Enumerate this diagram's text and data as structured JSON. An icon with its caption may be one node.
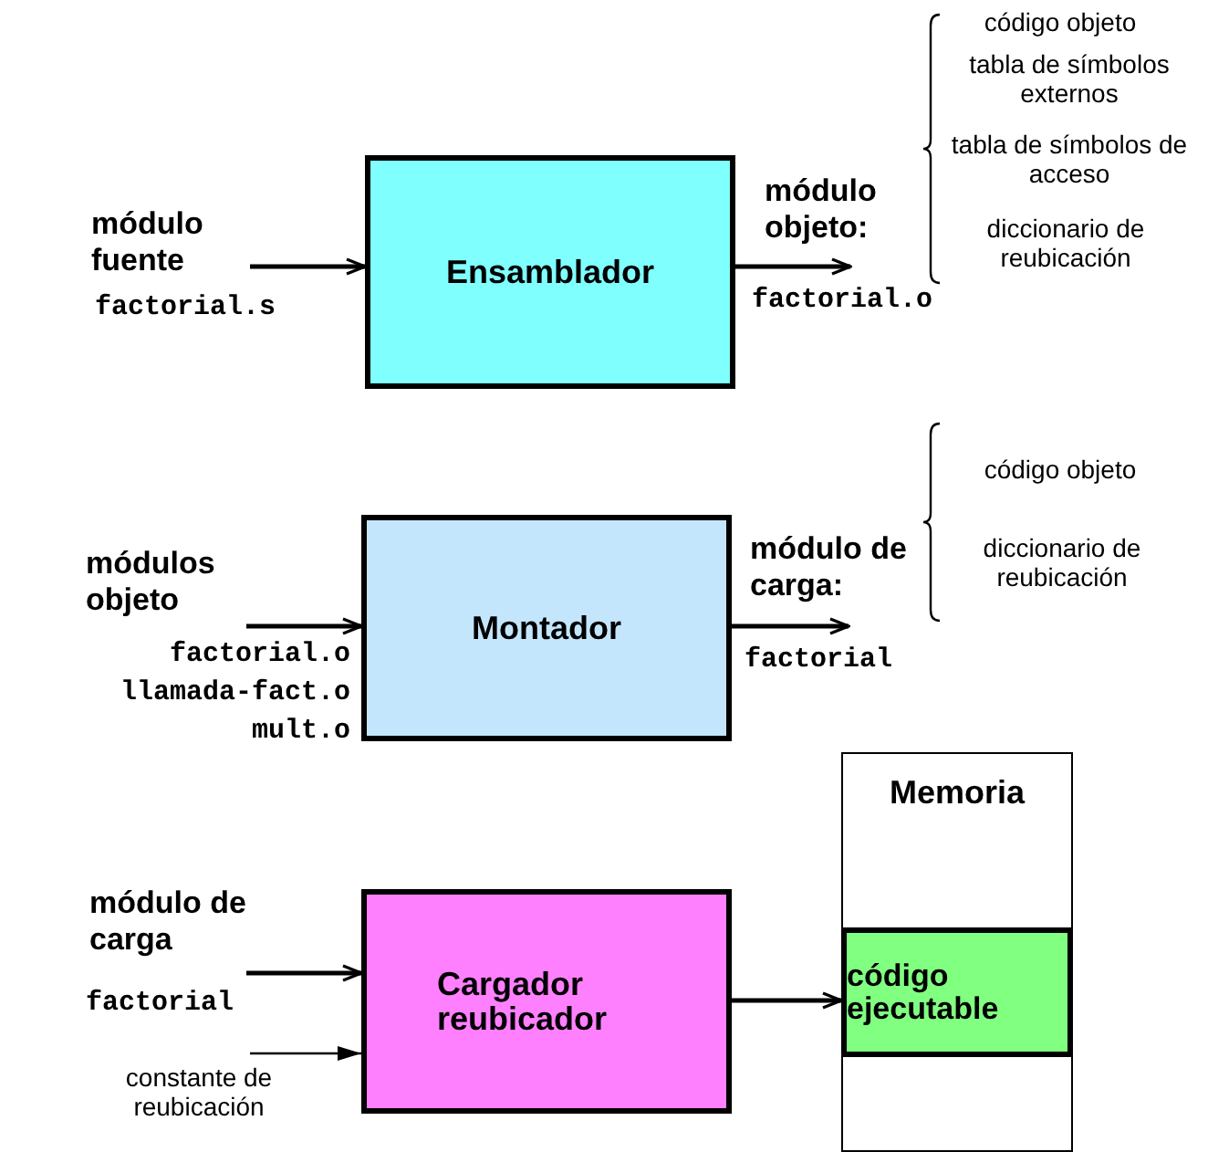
{
  "diagram": {
    "nodes": [
      {
        "text": [
          "Ensamblador"
        ]
      },
      {
        "text": [
          "Montador"
        ]
      },
      {
        "text": [
          "Cargador reubicador"
        ]
      },
      {
        "text": [
          "Memoria"
        ]
      },
      {
        "text": [
          "código ejecutable"
        ],
        "in": 3
      },
      {
        "text": [
          "módulo fuente"
        ]
      },
      {
        "text": [
          "módulo objeto:"
        ]
      },
      {
        "text": [
          "factorial.o"
        ]
      },
      {
        "text": [
          "módulo de carga:"
        ]
      },
      {
        "text": [
          "módulo de carga"
        ]
      },
      {
        "text": [
          "constante de reubicación"
        ]
      }
    ],
    "edges": [
      {
        "from": 5,
        "to": 0,
        "arrow": "to"
      },
      {
        "from": 0,
        "to": 6,
        "arrow": "to"
      },
      {
        "from": 7,
        "to": 1,
        "arrow": "to"
      },
      {
        "from": 1,
        "to": 8,
        "arrow": "to"
      },
      {
        "from": 9,
        "to": 2,
        "arrow": "to"
      },
      {
        "from": 10,
        "to": 2,
        "arrow": "to"
      },
      {
        "from": 2,
        "to": 4,
        "arrow": "to"
      }
    ],
    "labels": [
      "código objeto",
      "tabla de símbolos externos",
      "tabla de símbolos de acceso",
      "diccionario de reubicación",
      "factorial.s",
      "factorial.o",
      "código objeto",
      "diccionario de reubicación",
      "módulos objeto",
      "llamada-fact.o",
      "mult.o",
      "factorial",
      "factorial"
    ]
  }
}
